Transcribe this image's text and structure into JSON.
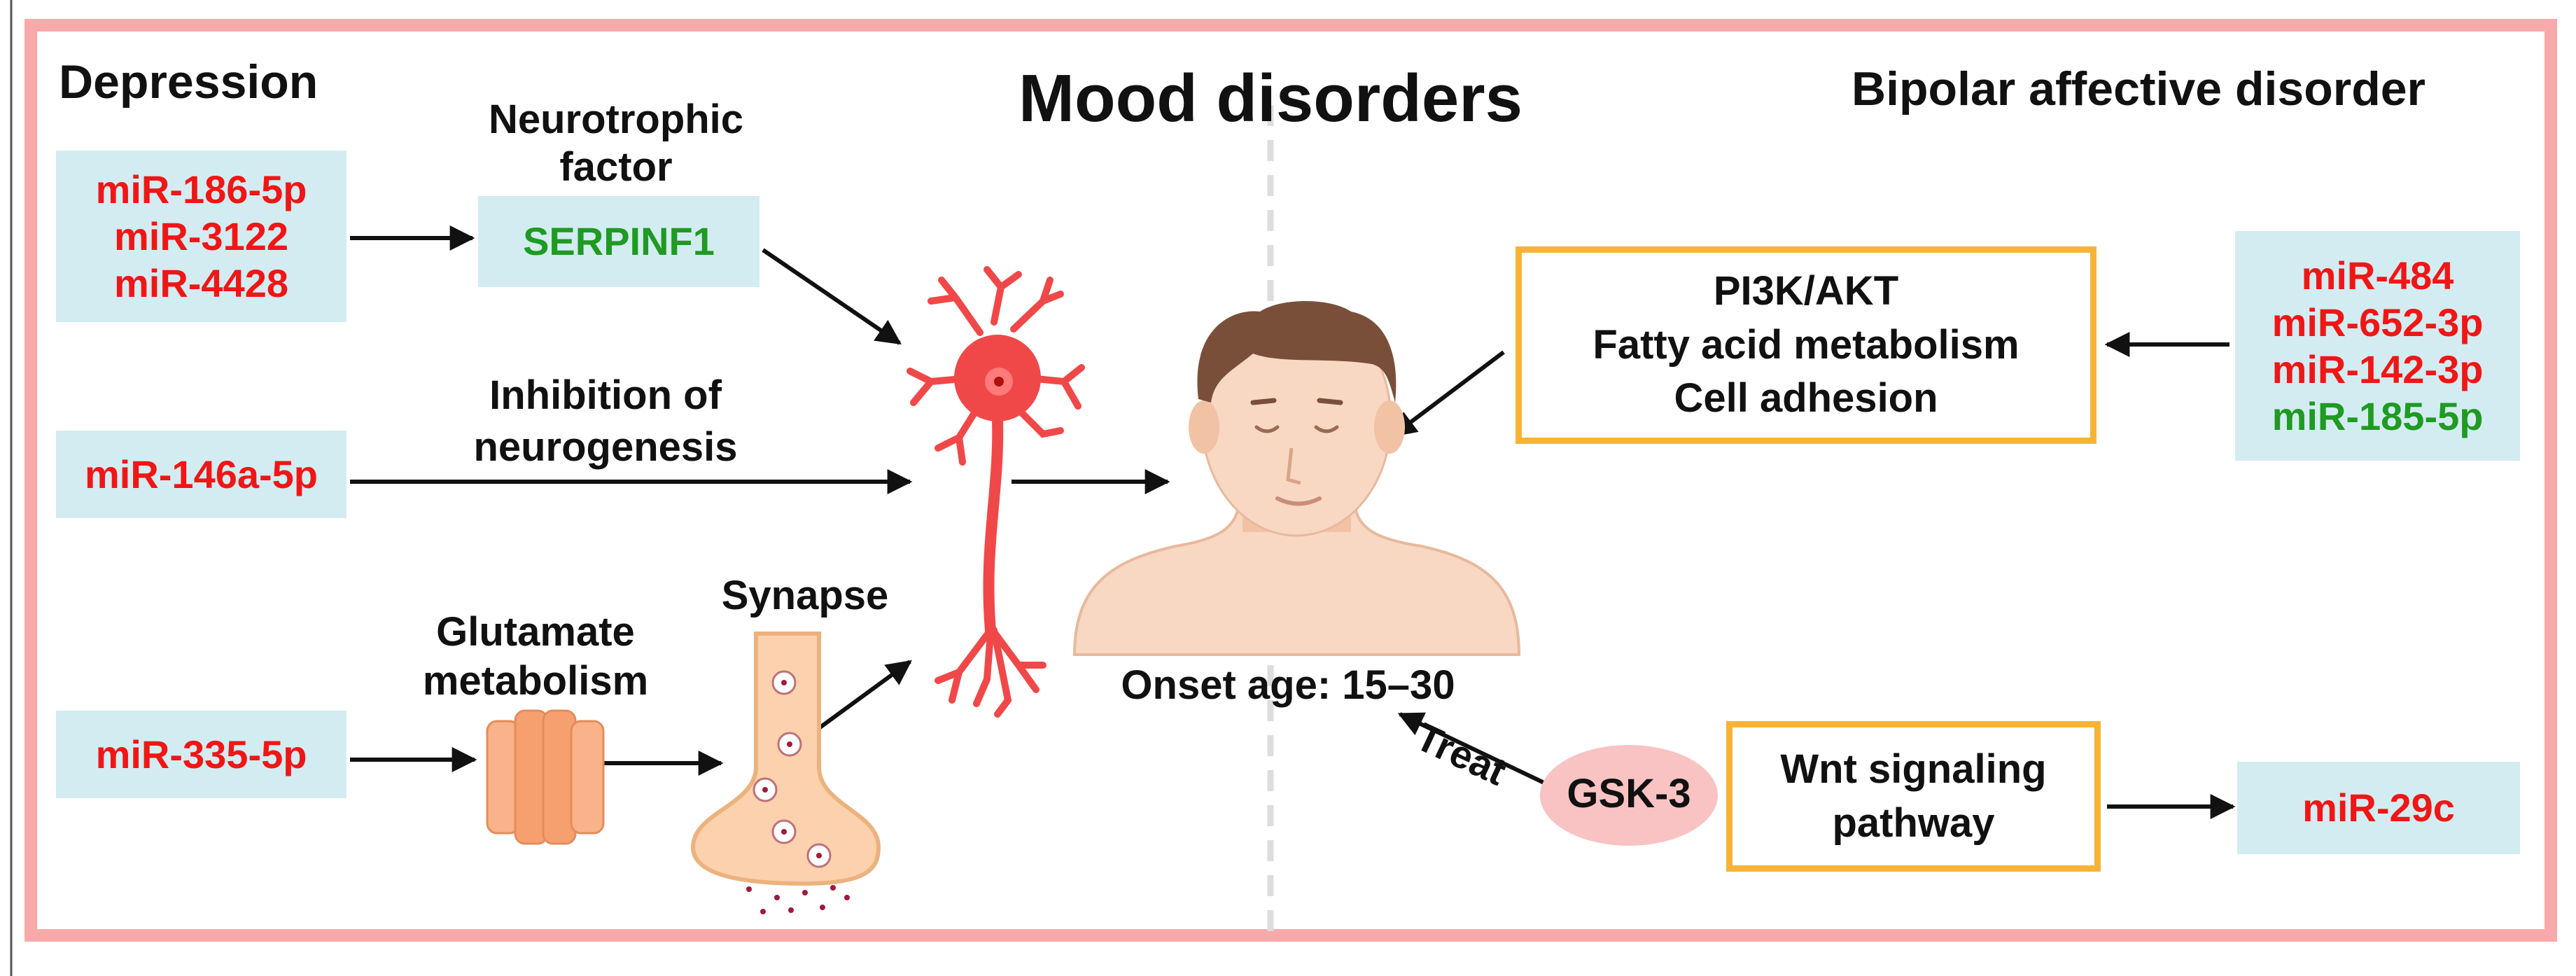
{
  "title": "Mood disorders",
  "depression": {
    "heading": "Depression",
    "group1": {
      "mirnas": [
        {
          "name": "miR-186-5p",
          "status": "up"
        },
        {
          "name": "miR-3122",
          "status": "up"
        },
        {
          "name": "miR-4428",
          "status": "up"
        }
      ]
    },
    "neurotrophic": {
      "label_line1": "Neurotrophic",
      "label_line2": "factor",
      "gene": "SERPINF1"
    },
    "neurogenesis": {
      "label_line1": "Inhibition of",
      "label_line2": "neurogenesis",
      "mirna": "miR-146a-5p"
    },
    "glutamate": {
      "label_line1": "Glutamate",
      "label_line2": "metabolism",
      "mirna": "miR-335-5p",
      "synapse_label": "Synapse"
    }
  },
  "bipolar": {
    "heading": "Bipolar affective disorder",
    "pathways": [
      "PI3K/AKT",
      "Fatty acid metabolism",
      "Cell adhesion"
    ],
    "mirnas": [
      {
        "name": "miR-484",
        "status": "up"
      },
      {
        "name": "miR-652-3p",
        "status": "up"
      },
      {
        "name": "miR-142-3p",
        "status": "up"
      },
      {
        "name": "miR-185-5p",
        "status": "down"
      }
    ],
    "wnt": {
      "line1": "Wnt signaling",
      "line2": "pathway",
      "mirna": "miR-29c"
    },
    "gsk": {
      "label": "GSK-3",
      "treat_label": "Treat"
    }
  },
  "onset": "Onset age: 15–30",
  "colors": {
    "up": "#f01616",
    "down": "#1f9a22",
    "box_fill": "#d3ecf1",
    "frame": "#f9a9a9",
    "pathway_border": "#f8b335",
    "neuron": "#f04848",
    "gsk_fill": "#f9c3c3"
  },
  "icons": [
    "neuron-icon",
    "glutamate-receptor-icon",
    "synapse-icon",
    "human-head-icon",
    "arrow-icon"
  ]
}
